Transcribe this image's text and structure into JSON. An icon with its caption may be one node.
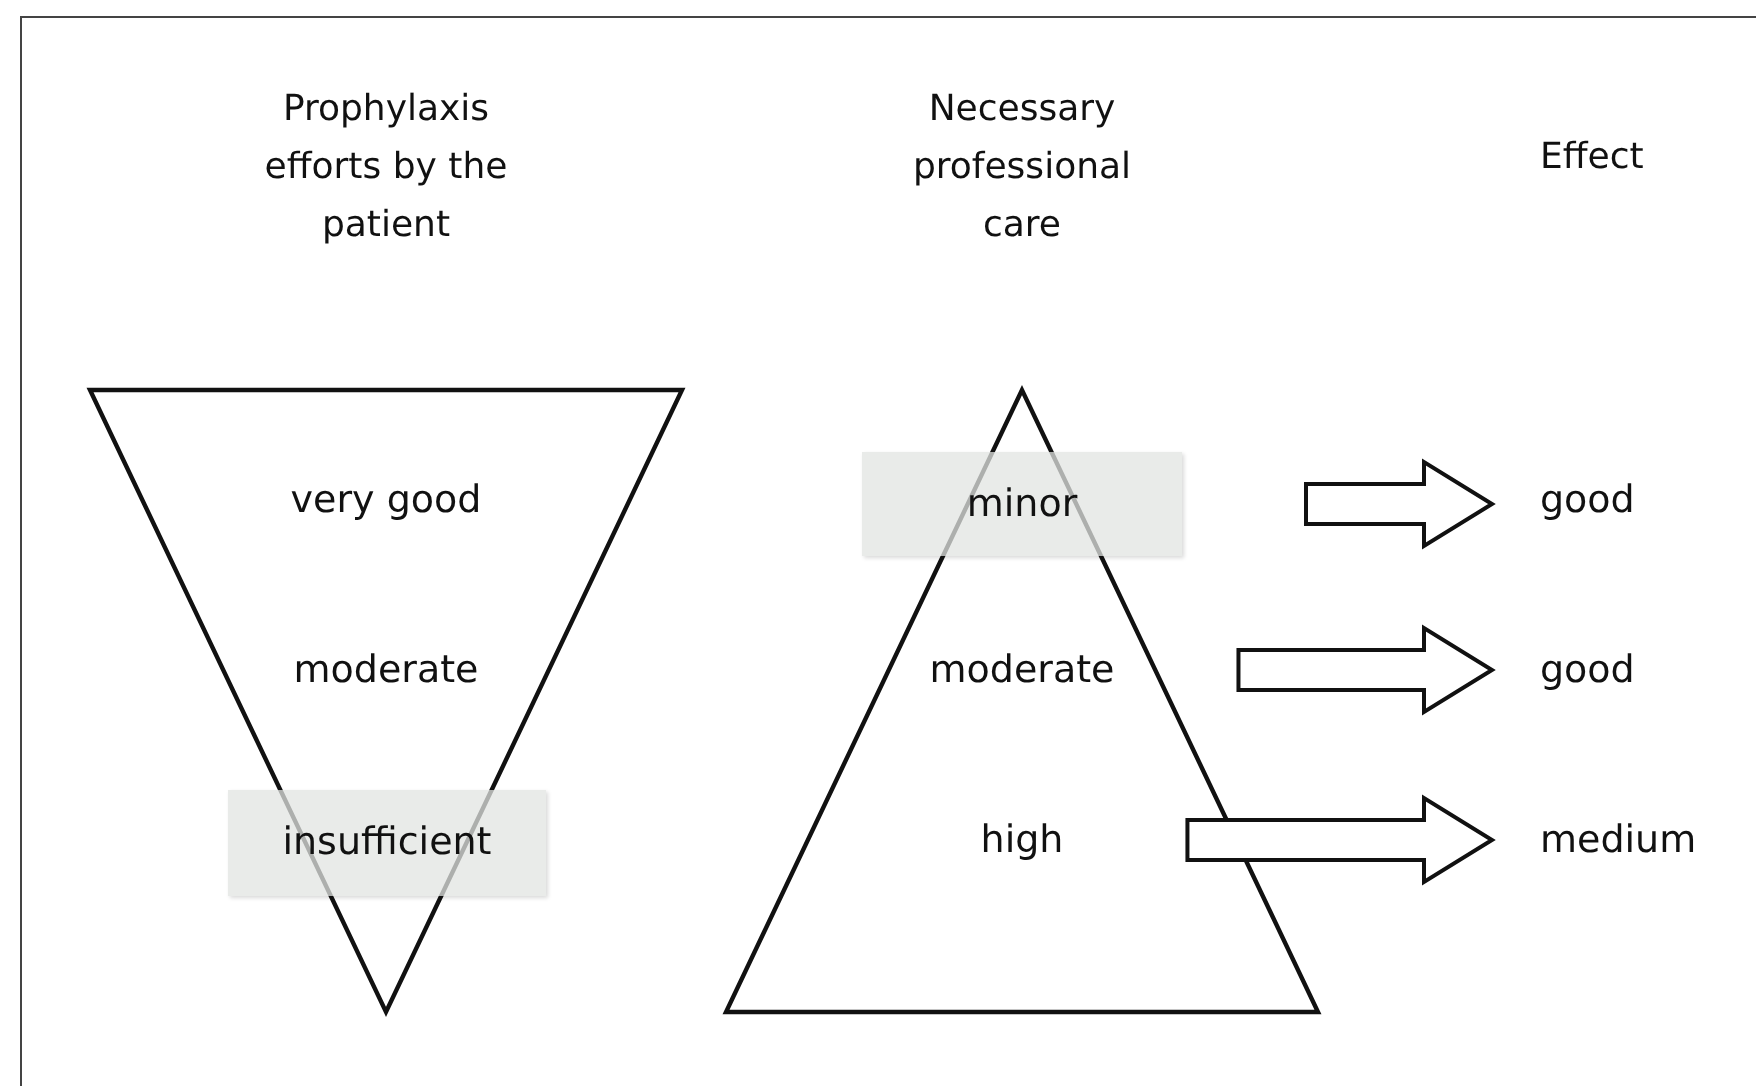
{
  "diagram": {
    "nodes": [
      {
        "text": [
          "Prophylaxis efforts by the patient"
        ]
      },
      {
        "text": [
          "very good"
        ],
        "in": 0
      },
      {
        "text": [
          "moderate"
        ],
        "in": 0
      },
      {
        "text": [
          "insufficient"
        ],
        "in": 0
      },
      {
        "text": [
          "Necessary professional care"
        ]
      },
      {
        "text": [
          "minor"
        ],
        "in": 4
      },
      {
        "text": [
          "moderate"
        ],
        "in": 4
      },
      {
        "text": [
          "high"
        ],
        "in": 4
      },
      {
        "text": [
          "good"
        ]
      },
      {
        "text": [
          "good"
        ]
      },
      {
        "text": [
          "medium"
        ]
      }
    ],
    "edges": [
      {
        "from": 5,
        "to": 8,
        "arrow": "to"
      },
      {
        "from": 6,
        "to": 9,
        "arrow": "to"
      },
      {
        "from": 7,
        "to": 10,
        "arrow": "to"
      }
    ],
    "labels": [
      "Effect"
    ]
  }
}
